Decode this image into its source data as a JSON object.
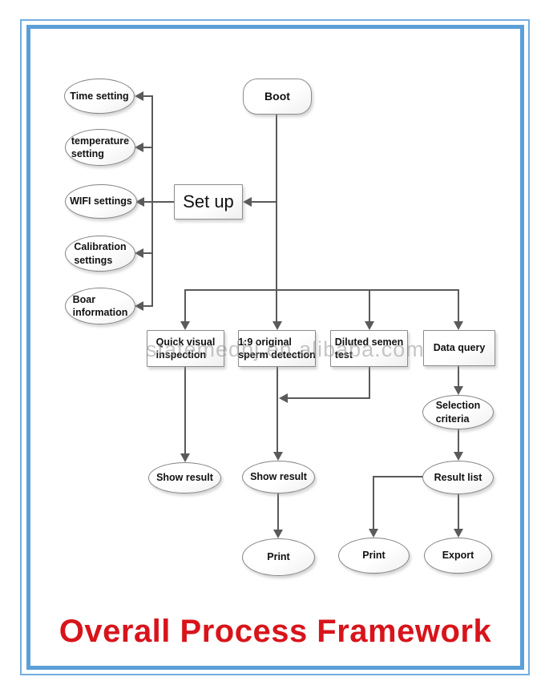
{
  "title": {
    "text": "Overall Process Framework"
  },
  "watermark": {
    "text": "statemedbj.en.alibaba.com"
  },
  "colors": {
    "frame": "#5b9fd8",
    "title": "#d8141b",
    "line": "#5a5a5a",
    "node_border": "#8c8c8c"
  },
  "nodes": {
    "boot": {
      "label": "Boot",
      "shape": "rounded"
    },
    "setup": {
      "label": "Set up",
      "shape": "rect"
    },
    "time_setting": {
      "label": "Time setting",
      "shape": "ellipse"
    },
    "temperature_setting": {
      "label": "temperature\nsetting",
      "shape": "ellipse"
    },
    "wifi_settings": {
      "label": "WIFI settings",
      "shape": "ellipse"
    },
    "calibration_settings": {
      "label": "Calibration\nsettings",
      "shape": "ellipse"
    },
    "boar_information": {
      "label": "Boar\ninformation",
      "shape": "ellipse"
    },
    "quick_visual": {
      "label": "Quick visual\ninspection",
      "shape": "rect"
    },
    "original_sperm": {
      "label": "1:9 original\nsperm detection",
      "shape": "rect"
    },
    "diluted_semen": {
      "label": "Diluted semen\ntest",
      "shape": "rect"
    },
    "data_query": {
      "label": "Data query",
      "shape": "rect"
    },
    "selection_criteria": {
      "label": "Selection\ncriteria",
      "shape": "ellipse"
    },
    "result_list": {
      "label": "Result list",
      "shape": "ellipse"
    },
    "show_result_left": {
      "label": "Show result",
      "shape": "ellipse"
    },
    "show_result_mid": {
      "label": "Show result",
      "shape": "ellipse"
    },
    "print_mid": {
      "label": "Print",
      "shape": "ellipse"
    },
    "print_right": {
      "label": "Print",
      "shape": "ellipse"
    },
    "export": {
      "label": "Export",
      "shape": "ellipse"
    }
  },
  "edges": [
    {
      "from": "boot",
      "to": "setup"
    },
    {
      "from": "setup",
      "to": "wifi_settings"
    },
    {
      "from": "setup",
      "to": "time_setting"
    },
    {
      "from": "setup",
      "to": "temperature_setting"
    },
    {
      "from": "setup",
      "to": "calibration_settings"
    },
    {
      "from": "setup",
      "to": "boar_information"
    },
    {
      "from": "boot",
      "to": "quick_visual"
    },
    {
      "from": "boot",
      "to": "original_sperm"
    },
    {
      "from": "boot",
      "to": "diluted_semen"
    },
    {
      "from": "boot",
      "to": "data_query"
    },
    {
      "from": "quick_visual",
      "to": "show_result_left"
    },
    {
      "from": "original_sperm",
      "to": "show_result_mid"
    },
    {
      "from": "diluted_semen",
      "to": "show_result_mid"
    },
    {
      "from": "show_result_mid",
      "to": "print_mid"
    },
    {
      "from": "data_query",
      "to": "selection_criteria"
    },
    {
      "from": "selection_criteria",
      "to": "result_list"
    },
    {
      "from": "result_list",
      "to": "print_right"
    },
    {
      "from": "result_list",
      "to": "export"
    }
  ]
}
